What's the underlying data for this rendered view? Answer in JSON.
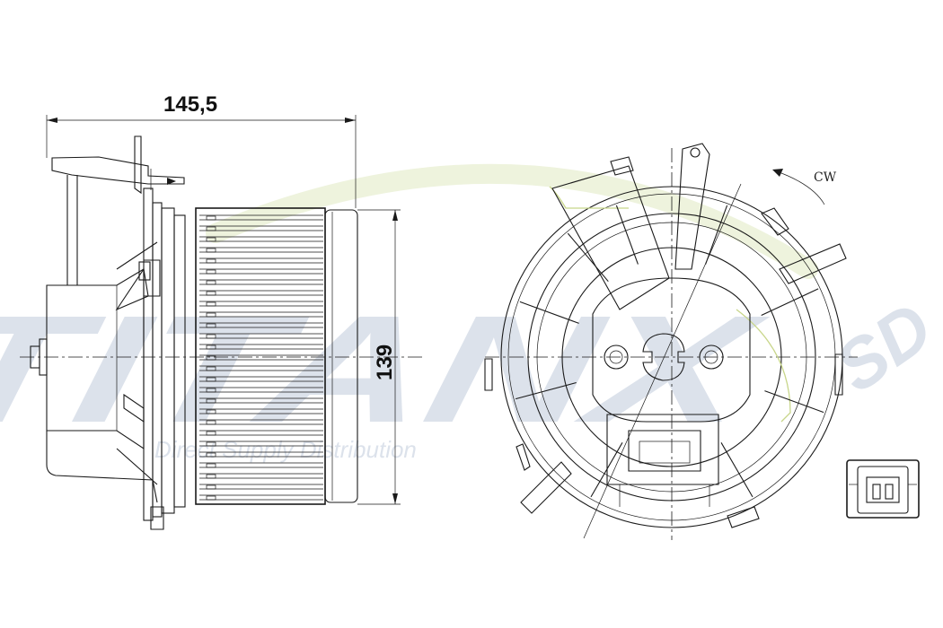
{
  "drawing": {
    "width_dimension": "145,5",
    "height_dimension": "139",
    "rotation_label": "CW"
  },
  "watermark": {
    "brand": "TITANX",
    "suffix": "SD",
    "tagline": "Direct Supply Distribution"
  },
  "colors": {
    "line": "#1a1a1a",
    "watermark_blue": "#dfe6f0",
    "watermark_green": "#eef3dd",
    "highlight": "#c8d68a"
  }
}
